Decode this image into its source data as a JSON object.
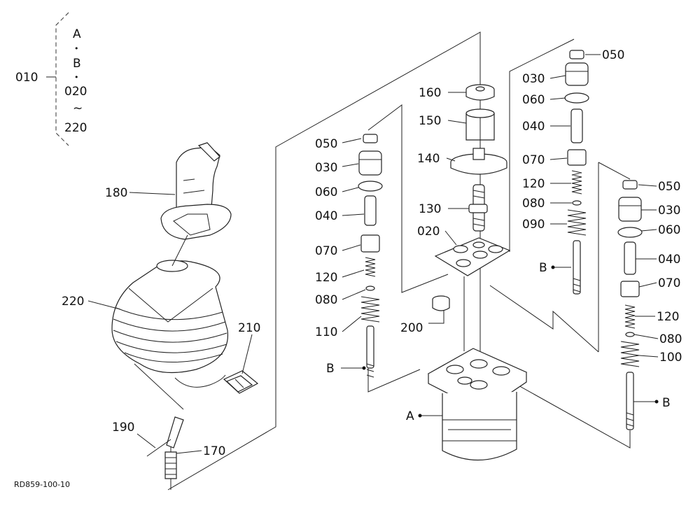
{
  "callouts": {
    "c010": "010",
    "group_a": "A",
    "group_dot1": "•",
    "group_b": "B",
    "group_dot2": "•",
    "group_020": "020",
    "group_tilde": "~",
    "group_220": "220",
    "c180": "180",
    "c220": "220",
    "c210": "210",
    "c190": "190",
    "c170": "170",
    "left_050": "050",
    "left_030": "030",
    "left_060": "060",
    "left_040": "040",
    "left_070": "070",
    "left_120": "120",
    "left_080": "080",
    "left_110": "110",
    "left_b": "B",
    "c160": "160",
    "c150": "150",
    "c140": "140",
    "c130": "130",
    "c020": "020",
    "c200": "200",
    "base_a": "A",
    "r1_050": "050",
    "r1_030": "030",
    "r1_060": "060",
    "r1_040": "040",
    "r1_070": "070",
    "r1_120": "120",
    "r1_080": "080",
    "r1_090": "090",
    "r1_b": "B",
    "r2_050": "050",
    "r2_030": "030",
    "r2_060": "060",
    "r2_040": "040",
    "r2_070": "070",
    "r2_120": "120",
    "r2_080": "080",
    "r2_100": "100",
    "r2_b": "B"
  },
  "drawing_code": "RD859-100-10"
}
